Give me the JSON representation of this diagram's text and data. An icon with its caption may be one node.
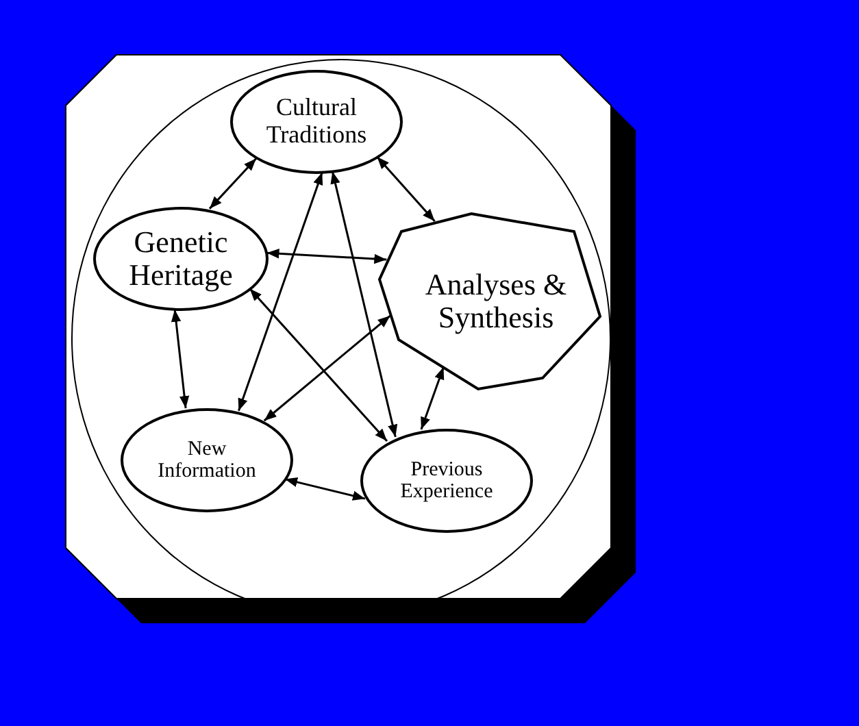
{
  "diagram": {
    "nodes": [
      {
        "text": [],
        "shape": "circle"
      },
      {
        "text": [
          "Cultural Traditions"
        ],
        "in": 0
      },
      {
        "text": [
          "Genetic Heritage"
        ],
        "in": 0
      },
      {
        "text": [
          "Analyses & Synthesis"
        ],
        "in": 0
      },
      {
        "text": [
          "New Information"
        ],
        "in": 0
      },
      {
        "text": [
          "Previous Experience"
        ],
        "in": 0
      }
    ],
    "edges": [
      {
        "from": 1,
        "to": 2,
        "arrow": "both"
      },
      {
        "from": 1,
        "to": 3,
        "arrow": "both"
      },
      {
        "from": 2,
        "to": 3,
        "arrow": "both"
      },
      {
        "from": 2,
        "to": 4,
        "arrow": "both"
      },
      {
        "from": 4,
        "to": 1,
        "arrow": "both"
      },
      {
        "from": 1,
        "to": 5,
        "arrow": "both"
      },
      {
        "from": 2,
        "to": 5,
        "arrow": "both"
      },
      {
        "from": 4,
        "to": 3,
        "arrow": "both"
      },
      {
        "from": 4,
        "to": 5,
        "arrow": "both"
      },
      {
        "from": 5,
        "to": 3,
        "arrow": "both"
      }
    ]
  }
}
